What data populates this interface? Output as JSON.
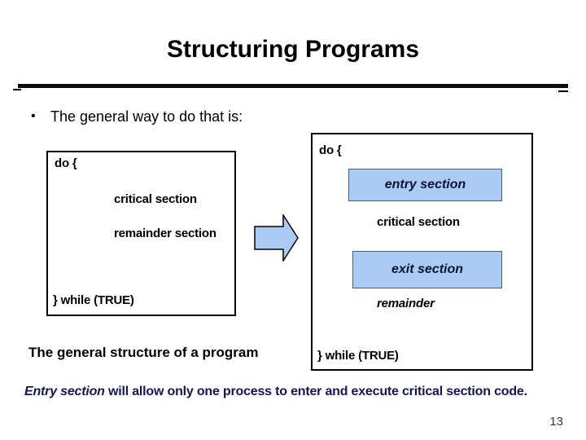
{
  "slide": {
    "title": "Structuring Programs",
    "bullet": {
      "marker": "•",
      "text": "The general way to do that is:"
    },
    "left_box": {
      "do_open": "do {",
      "critical": "critical section",
      "remainder": "remainder section",
      "while_close": "} while (TRUE)"
    },
    "right_box": {
      "do_open": "do {",
      "entry_label": "entry section",
      "critical": "critical section",
      "exit_label": "exit section",
      "remainder": "remainder",
      "while_close": "} while (TRUE)"
    },
    "caption": "The general structure of a program",
    "footer": {
      "italic_lead": "Entry section",
      "rest": " will allow only one process to enter and execute critical section code."
    },
    "page_number": "13",
    "icons": {
      "flow_arrow": "right-block-arrow"
    },
    "colors": {
      "highlight_fill": "#aaccf4",
      "highlight_border": "#44607c",
      "arrow_fill": "#aaccf4",
      "arrow_outline": "#000000",
      "rule": "#0a0a0a",
      "footer_text": "#15155a",
      "text": "#000000",
      "background": "#ffffff"
    }
  }
}
